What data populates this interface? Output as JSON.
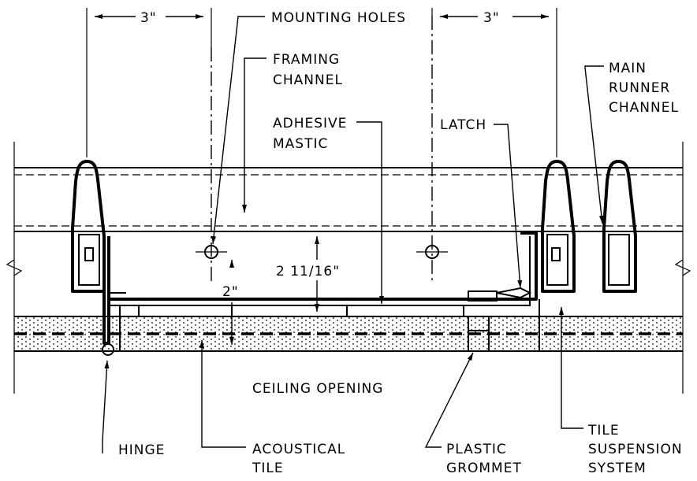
{
  "labels": {
    "dim_left": "3\"",
    "dim_right": "3\"",
    "mounting_holes": "MOUNTING HOLES",
    "framing_channel_1": "FRAMING",
    "framing_channel_2": "CHANNEL",
    "main_runner_1": "MAIN",
    "main_runner_2": "RUNNER",
    "main_runner_3": "CHANNEL",
    "adhesive_1": "ADHESIVE",
    "adhesive_2": "MASTIC",
    "latch": "LATCH",
    "dim_height": "2 11/16\"",
    "dim_two": "2\"",
    "ceiling_opening": "CEILING OPENING",
    "hinge": "HINGE",
    "acoustical_1": "ACOUSTICAL",
    "acoustical_2": "TILE",
    "plastic_1": "PLASTIC",
    "plastic_2": "GROMMET",
    "tile_susp_1": "TILE",
    "tile_susp_2": "SUSPENSION",
    "tile_susp_3": "SYSTEM"
  }
}
